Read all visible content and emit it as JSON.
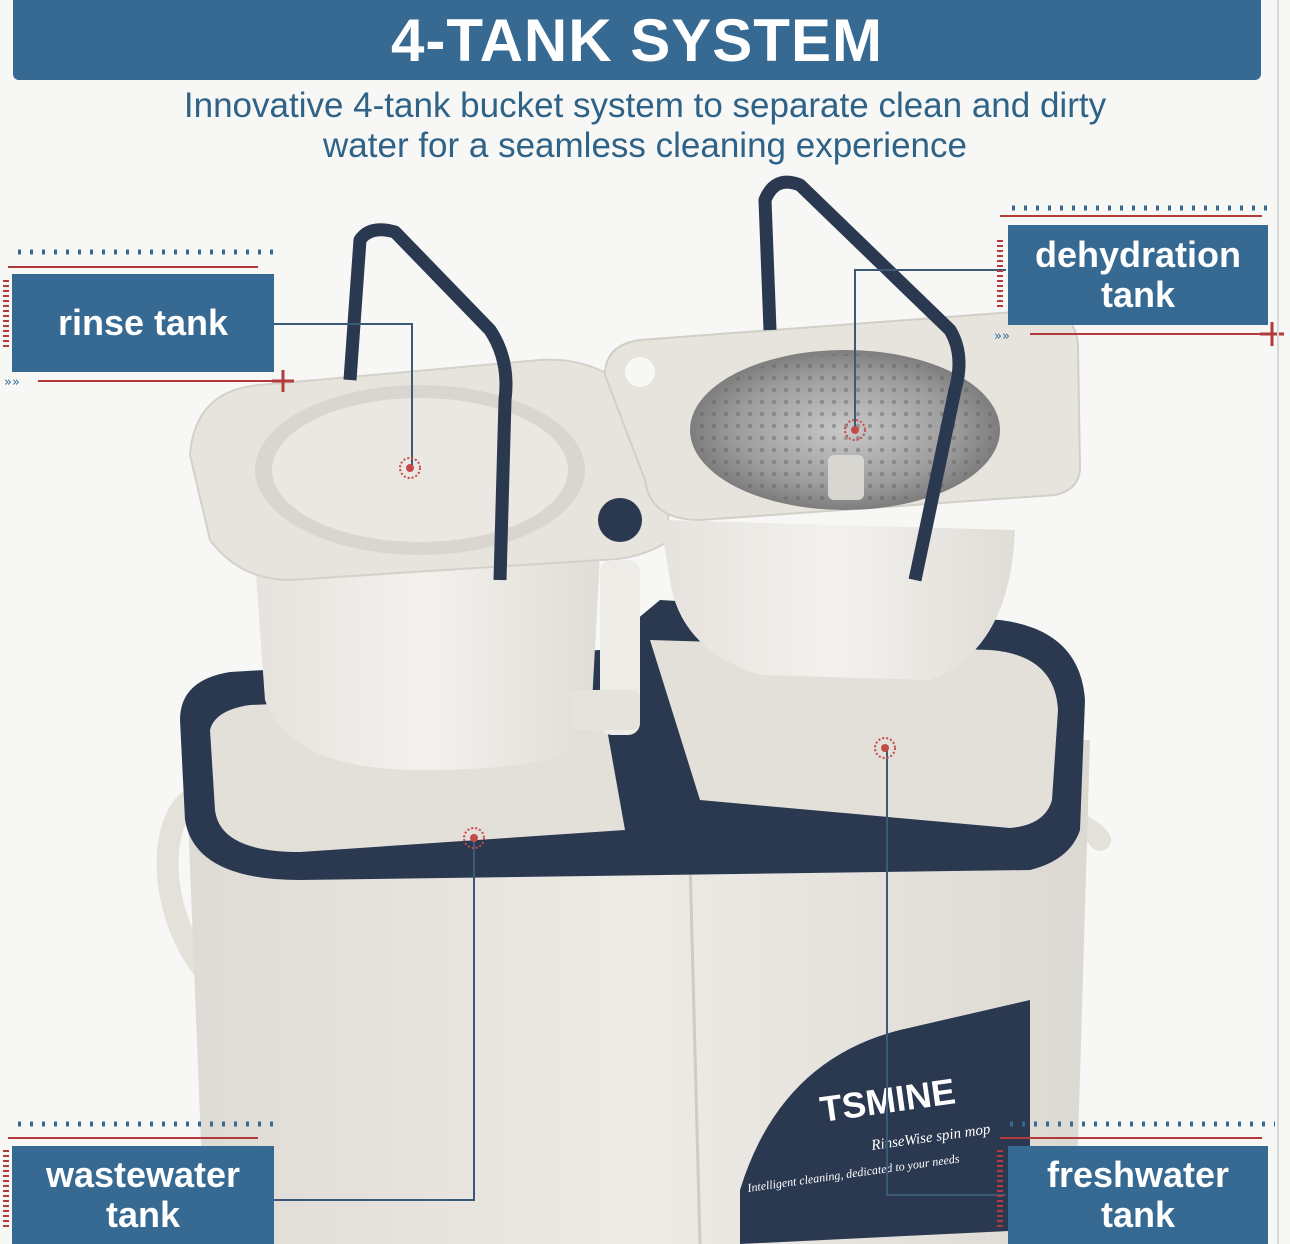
{
  "header": {
    "title": "4-TANK SYSTEM",
    "subtitle_line1": "Innovative 4-tank bucket system to separate clean and dirty",
    "subtitle_line2": "water for a seamless cleaning experience"
  },
  "callouts": {
    "rinse": {
      "line1": "rinse tank"
    },
    "dehydration": {
      "line1": "dehydration",
      "line2": "tank"
    },
    "wastewater": {
      "line1": "wastewater",
      "line2": "tank"
    },
    "freshwater": {
      "line1": "freshwater",
      "line2": "tank"
    }
  },
  "product": {
    "brand": "TSMINE",
    "model": "RinseWise spin mop",
    "tagline": "Intelligent cleaning, dedicated to your needs"
  },
  "colors": {
    "banner": "#376a92",
    "text_blue": "#2e6287",
    "accent_red": "#b23a3a",
    "bucket_white": "#e9e6e0",
    "handle_navy": "#2a3850"
  }
}
